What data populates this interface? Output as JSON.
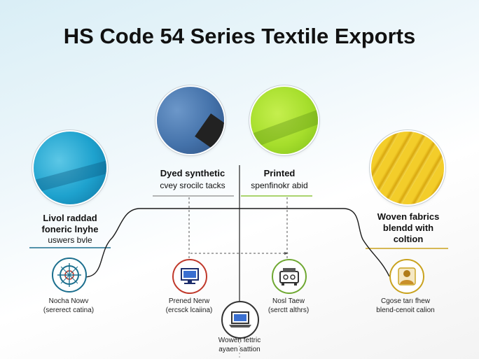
{
  "title": "HS Code 54 Series Textile Exports",
  "nodes": {
    "left": {
      "line1": "Livol raddad",
      "line2": "foneric lnyhe",
      "line3": "uswers bvle"
    },
    "dyed": {
      "line1": "Dyed synthetic",
      "line2": "cvey srocilc tacks"
    },
    "printed": {
      "line1": "Printed",
      "line2": "spenfinokr abid"
    },
    "woven": {
      "line1": "Woven fabrics",
      "line2": "blendd with",
      "line3": "coltion"
    }
  },
  "icons": {
    "a": {
      "line1": "Nocha Nowv",
      "line2": "(sererect catina)"
    },
    "b": {
      "line1": "Prened Nerw",
      "line2": "(ercsck lcaiina)"
    },
    "c": {
      "line1": "Nosl Taew",
      "line2": "(serctt althrs)"
    },
    "d": {
      "line1": "Cgose tarı fhew",
      "line2": "blend-cenoit calion"
    },
    "e": {
      "line1": "Wowen fettric",
      "line2": "ayaen sattion"
    }
  },
  "colors": {
    "teal": "#1c6f8e",
    "green": "#8ec63f",
    "yellow": "#c9a21e",
    "red": "#c0392b"
  }
}
